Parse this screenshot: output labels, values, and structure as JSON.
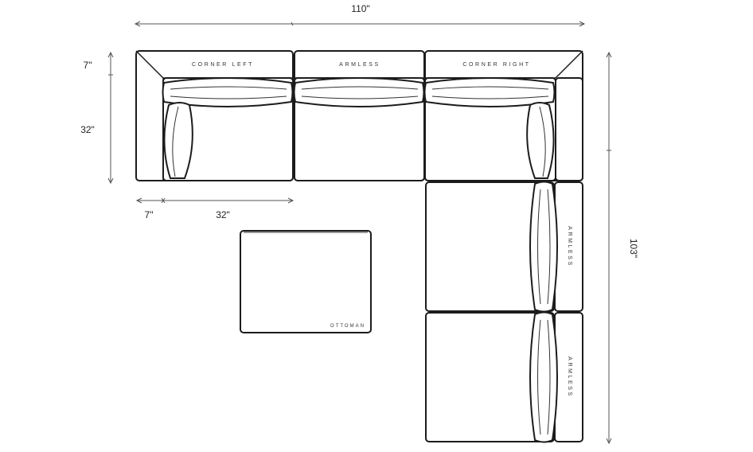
{
  "dimensions": {
    "overall_width": "110\"",
    "overall_depth": "103\"",
    "back_depth": "7\"",
    "seat_depth": "32\"",
    "arm_width": "7\"",
    "seat_width": "32\""
  },
  "modules": {
    "corner_left": "CORNER LEFT",
    "armless_top": "ARMLESS",
    "corner_right": "CORNER RIGHT",
    "armless_middle": "ARMLESS",
    "armless_bottom": "ARMLESS",
    "ottoman": "OTTOMAN"
  },
  "colors": {
    "line": "#1c1c1c",
    "background": "#ffffff"
  }
}
